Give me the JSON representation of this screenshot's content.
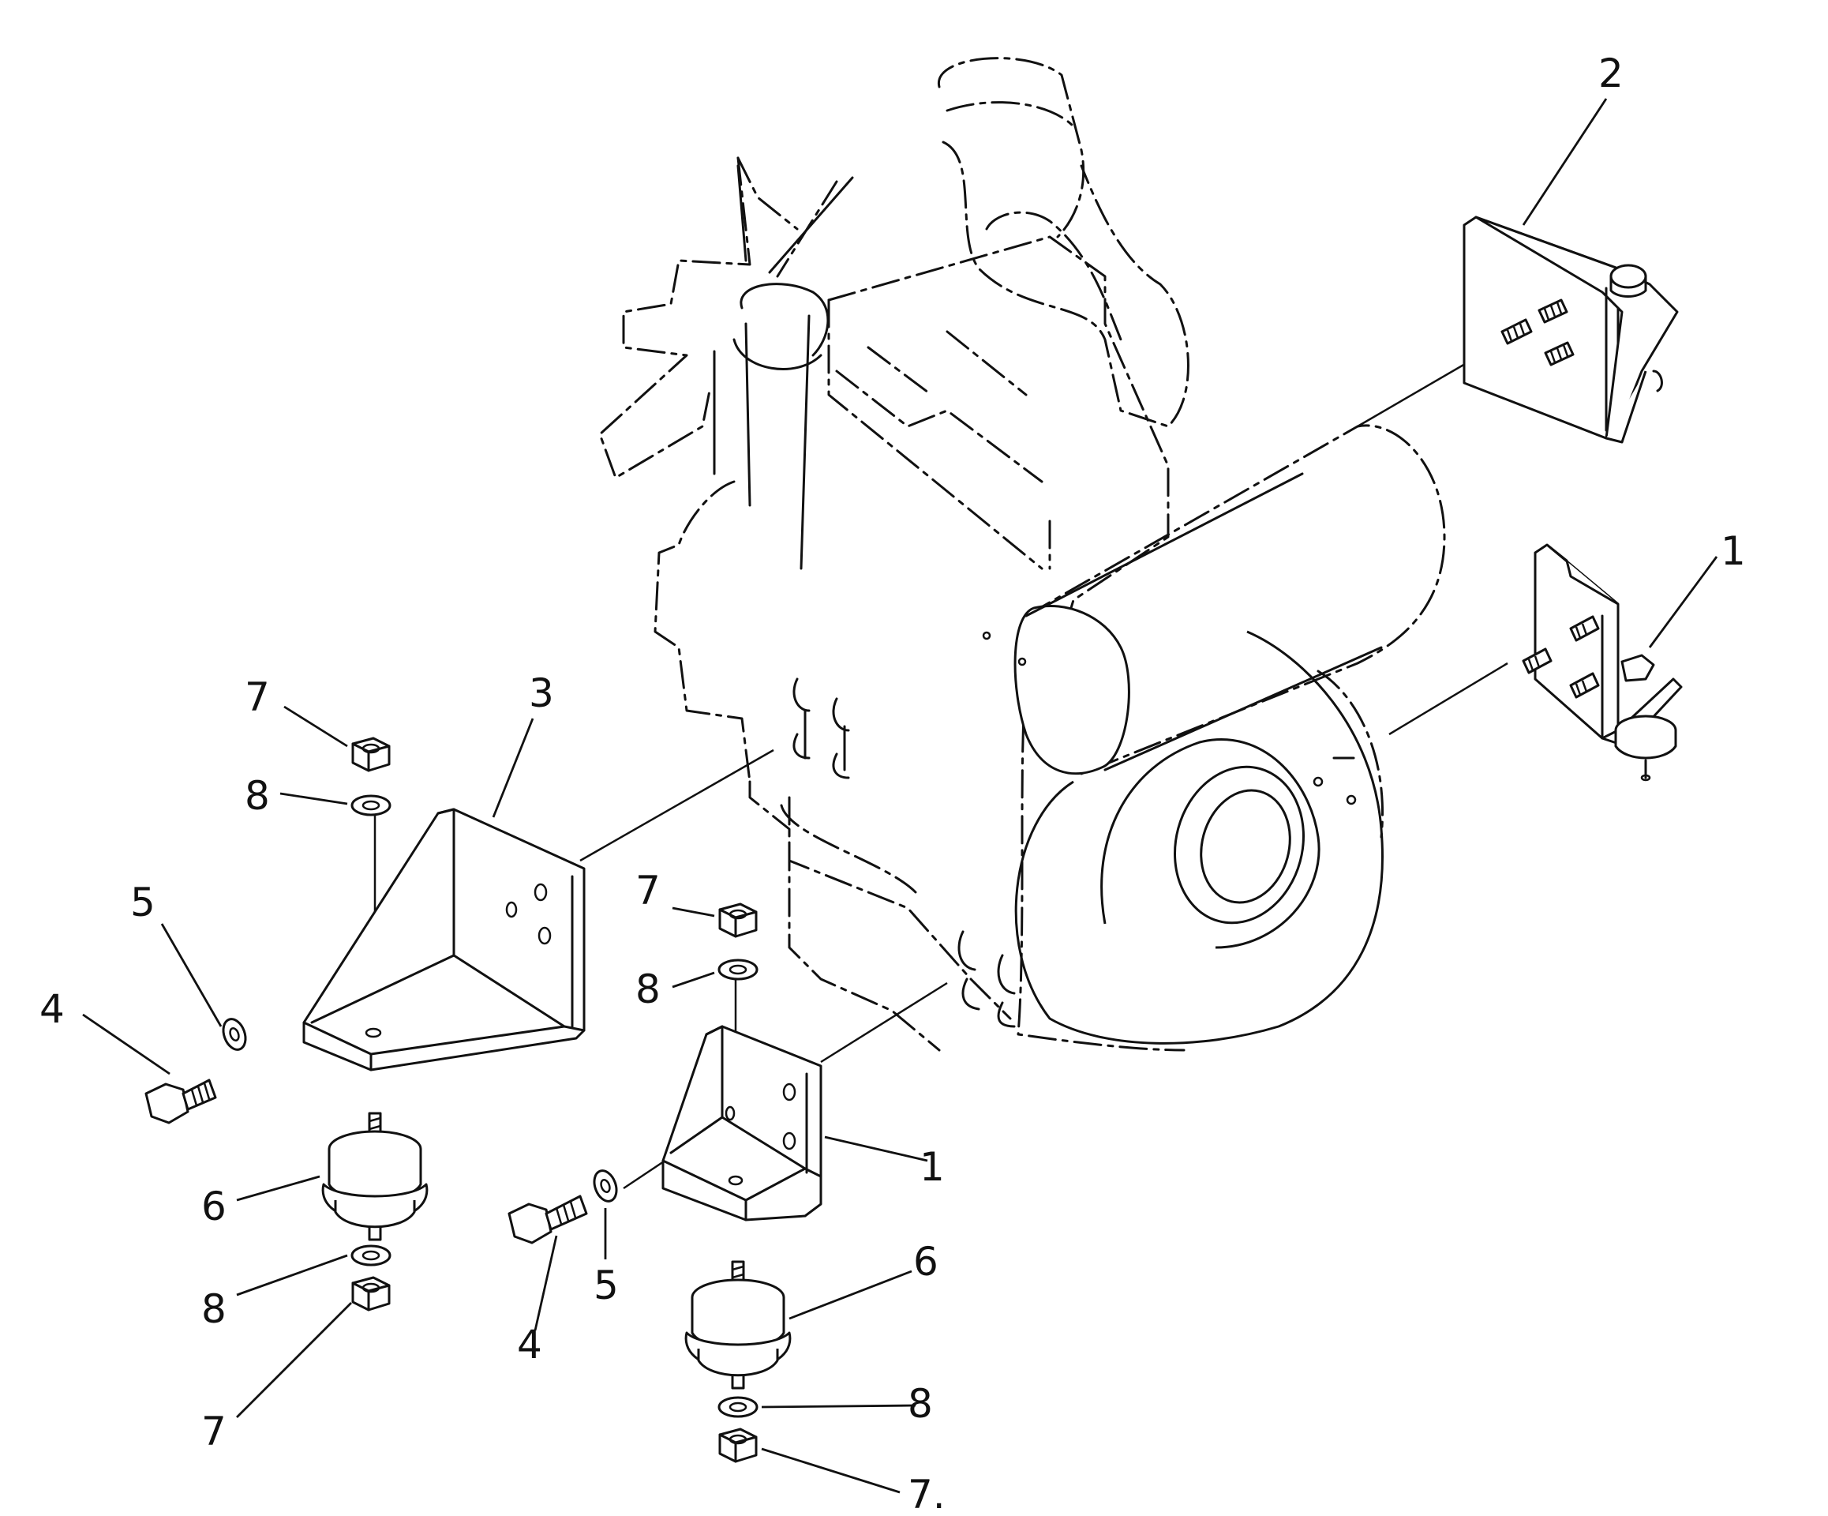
{
  "callouts": [
    {
      "id": "c2-top",
      "label": "2"
    },
    {
      "id": "c1-right",
      "label": "1"
    },
    {
      "id": "c7-a",
      "label": "7"
    },
    {
      "id": "c8-a",
      "label": "8"
    },
    {
      "id": "c3",
      "label": "3"
    },
    {
      "id": "c5-a",
      "label": "5"
    },
    {
      "id": "c4-a",
      "label": "4"
    },
    {
      "id": "c6-a",
      "label": "6"
    },
    {
      "id": "c8-b",
      "label": "8"
    },
    {
      "id": "c7-b",
      "label": "7"
    },
    {
      "id": "c7-c",
      "label": "7"
    },
    {
      "id": "c8-c",
      "label": "8"
    },
    {
      "id": "c1-center",
      "label": "1"
    },
    {
      "id": "c4-b",
      "label": "4"
    },
    {
      "id": "c5-b",
      "label": "5"
    },
    {
      "id": "c6-b",
      "label": "6"
    },
    {
      "id": "c8-d",
      "label": "8"
    },
    {
      "id": "c7-d",
      "label": "7."
    }
  ]
}
